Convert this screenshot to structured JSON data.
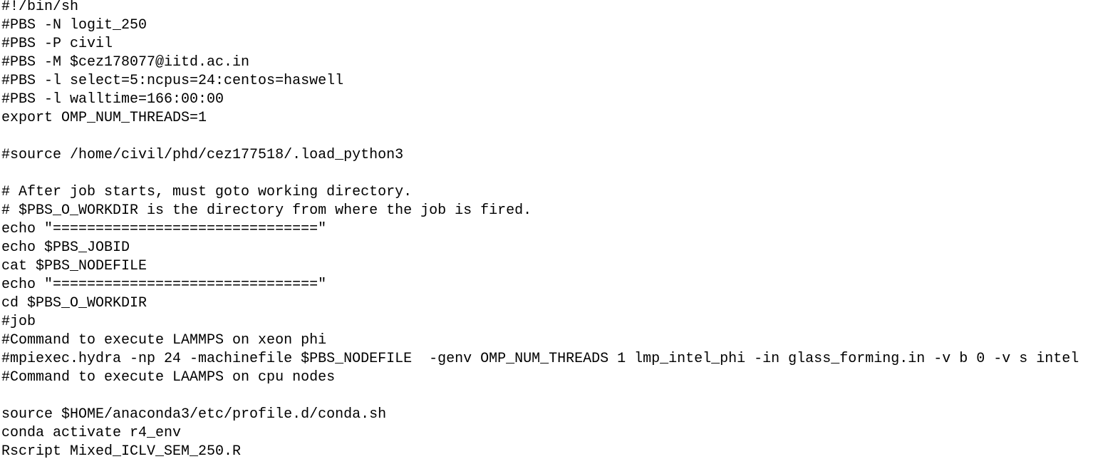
{
  "document": {
    "lines": [
      "#!/bin/sh",
      "#PBS -N logit_250",
      "#PBS -P civil",
      "#PBS -M $cez178077@iitd.ac.in",
      "#PBS -l select=5:ncpus=24:centos=haswell",
      "#PBS -l walltime=166:00:00",
      "export OMP_NUM_THREADS=1",
      "",
      "#source /home/civil/phd/cez177518/.load_python3",
      "",
      "# After job starts, must goto working directory.",
      "# $PBS_O_WORKDIR is the directory from where the job is fired.",
      "echo \"===============================\"",
      "echo $PBS_JOBID",
      "cat $PBS_NODEFILE",
      "echo \"===============================\"",
      "cd $PBS_O_WORKDIR",
      "#job",
      "#Command to execute LAMMPS on xeon phi",
      "#mpiexec.hydra -np 24 -machinefile $PBS_NODEFILE  -genv OMP_NUM_THREADS 1 lmp_intel_phi -in glass_forming.in -v b 0 -v s intel",
      "#Command to execute LAAMPS on cpu nodes",
      "",
      "source $HOME/anaconda3/etc/profile.d/conda.sh",
      "conda activate r4_env",
      "Rscript Mixed_ICLV_SEM_250.R"
    ]
  }
}
